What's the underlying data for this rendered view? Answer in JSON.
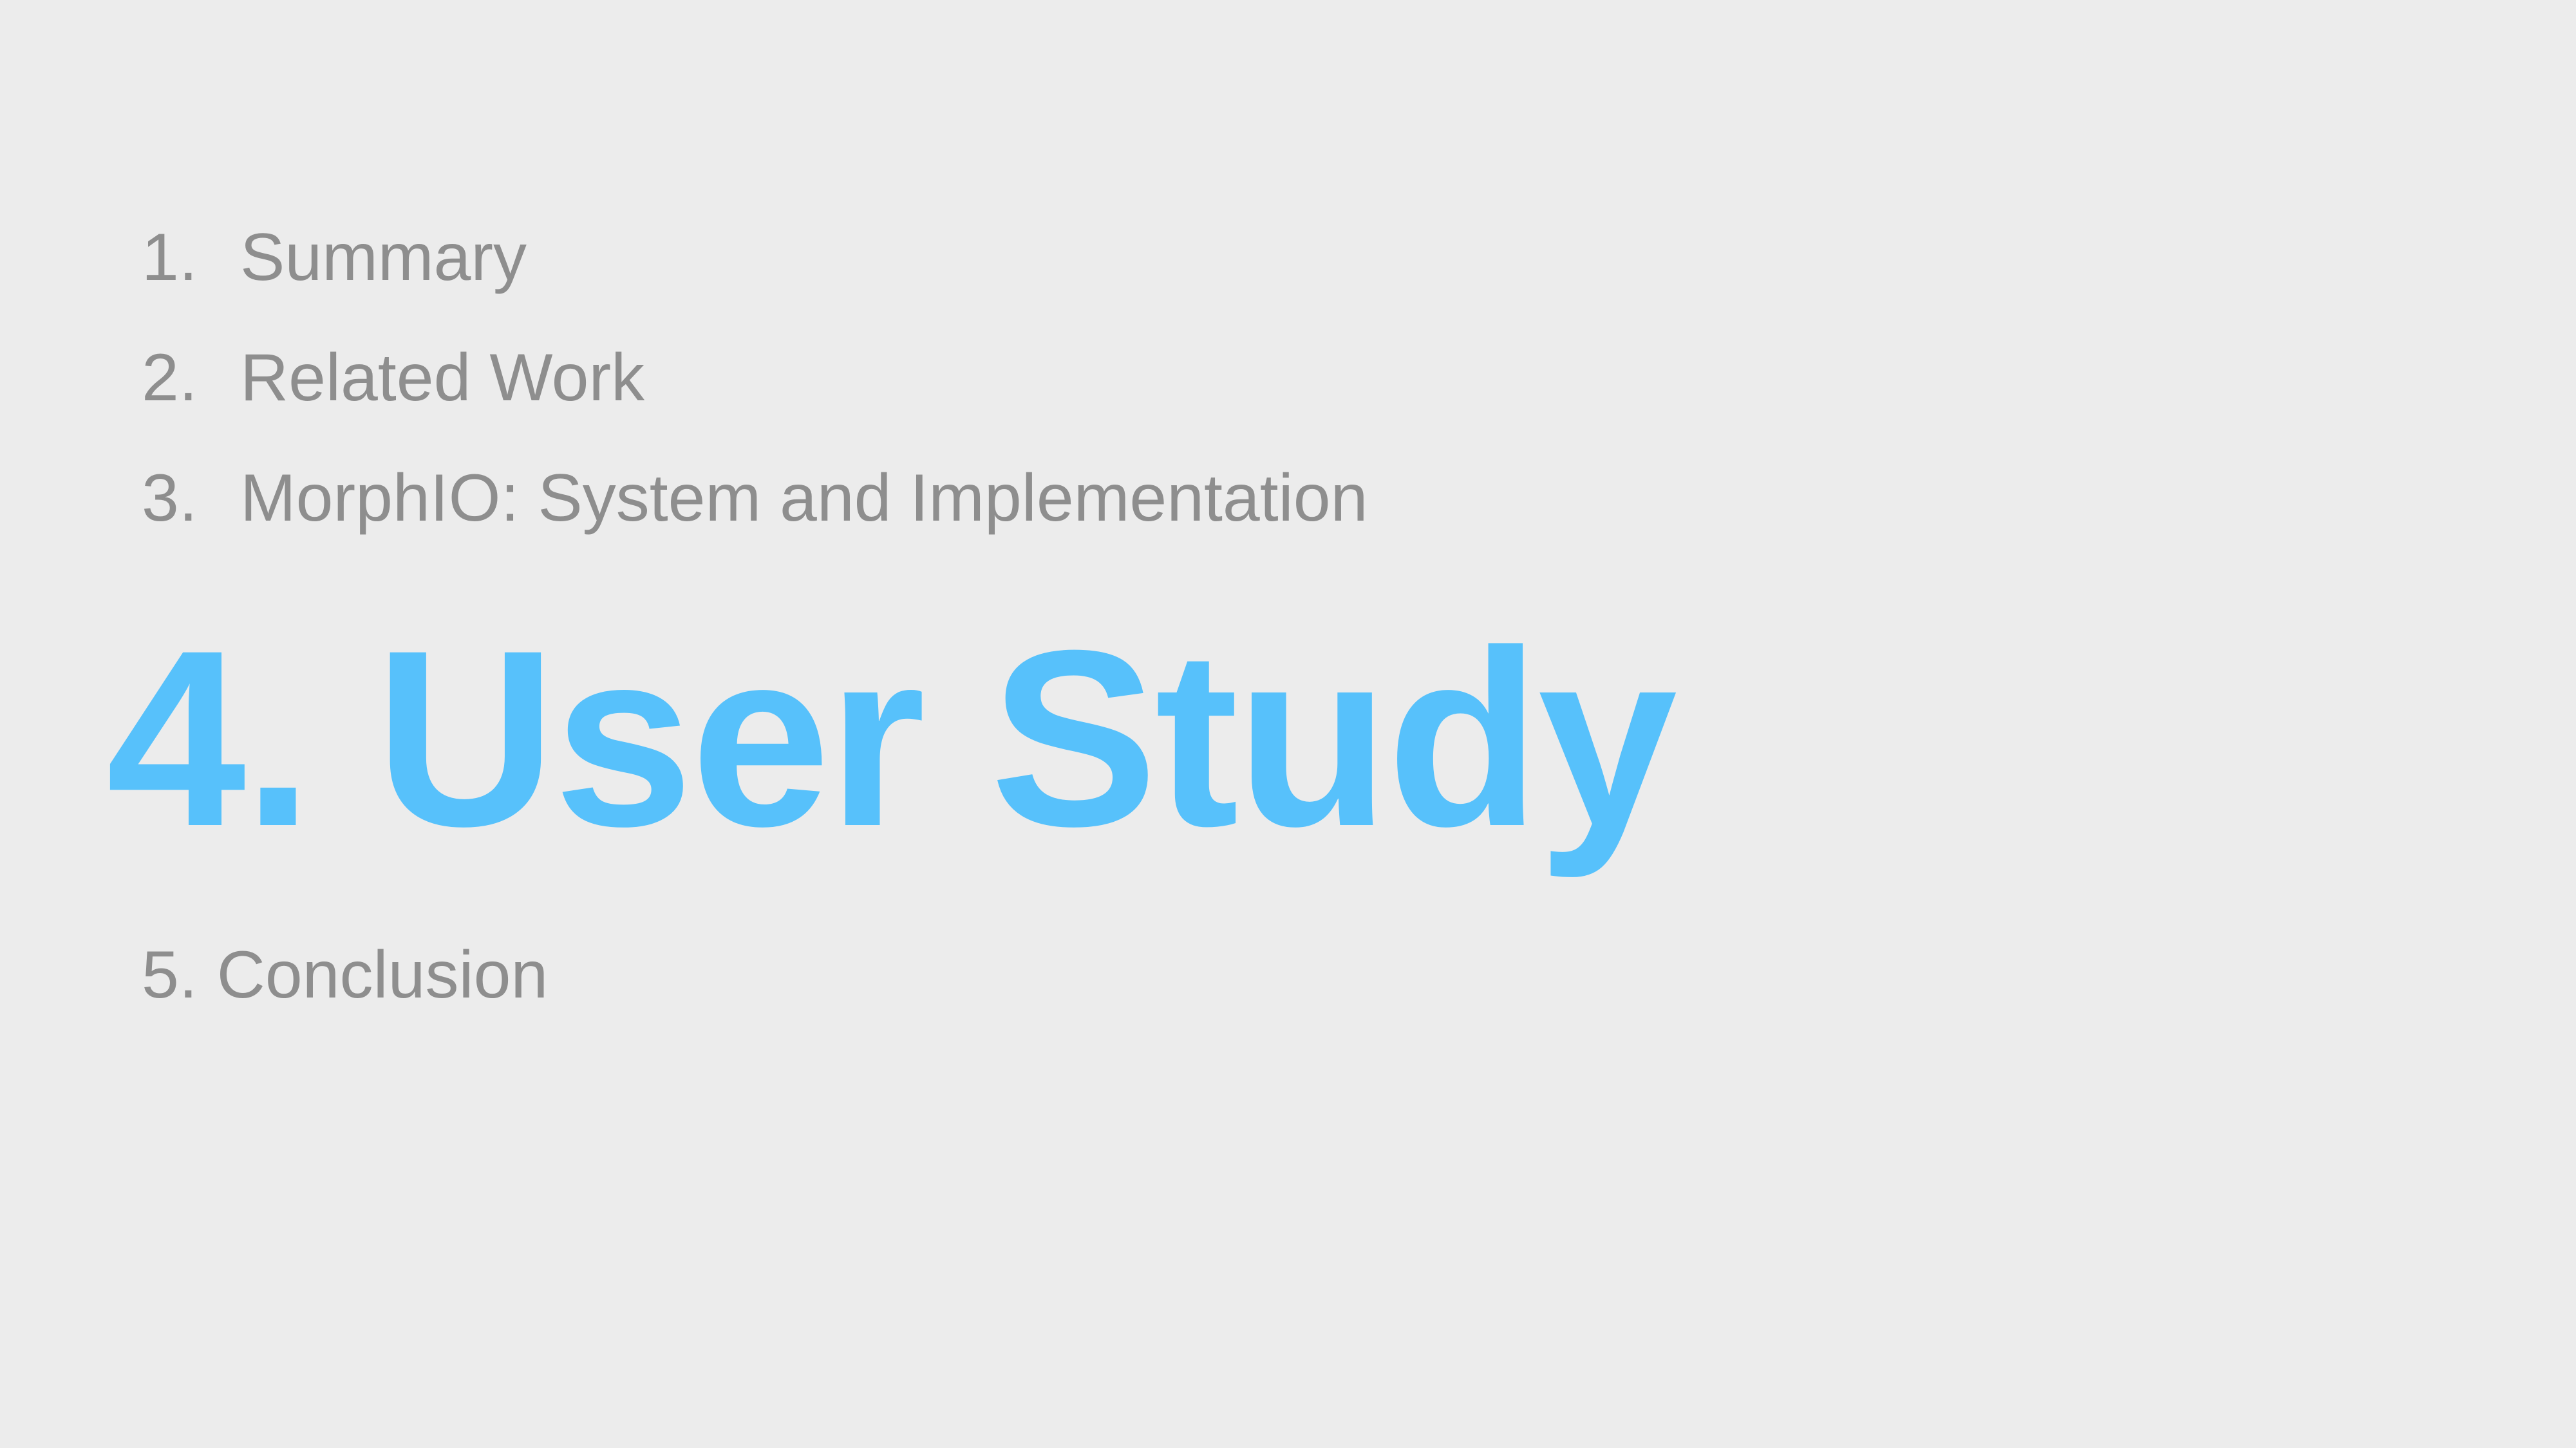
{
  "theme": {
    "background": "#ececec",
    "muted_text": "#8e8e8e",
    "accent": "#57c1fb"
  },
  "outline": {
    "items": [
      {
        "number": "1.",
        "label": "Summary"
      },
      {
        "number": "2.",
        "label": "Related Work"
      },
      {
        "number": "3.",
        "label": "MorphIO: System and Implementation"
      },
      {
        "number": "4.",
        "label": "User Study"
      },
      {
        "number": "5.",
        "label": "Conclusion"
      }
    ],
    "current_index": 3
  }
}
